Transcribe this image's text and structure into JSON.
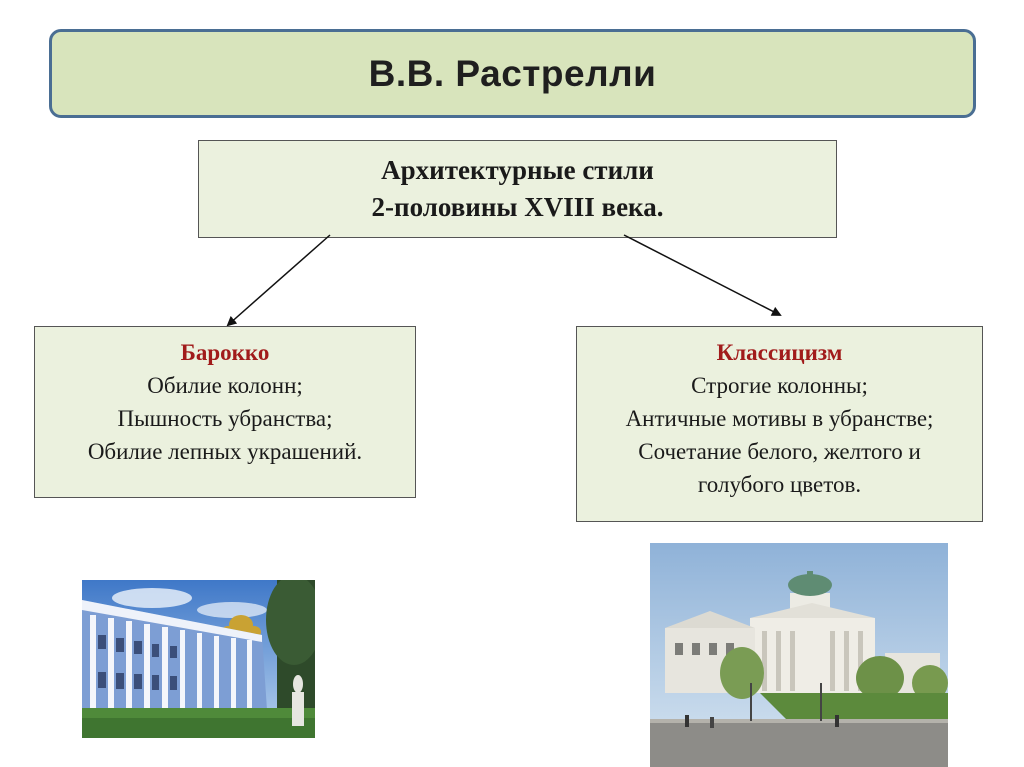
{
  "slide": {
    "title": "В.В. Растрелли",
    "center": {
      "line1": "Архитектурные стили",
      "line2": "2-половины XVIII века."
    },
    "baroque": {
      "name": "Барокко",
      "items": [
        "Обилие колонн;",
        "Пышность убранства;",
        "Обилие лепных украшений."
      ]
    },
    "classicism": {
      "name": "Классицизм",
      "items": [
        "Строгие колонны;",
        "Античные мотивы в убранстве;",
        "Сочетание белого, желтого и",
        "голубого цветов."
      ]
    }
  },
  "colors": {
    "title_fill": "#d8e4bc",
    "title_border": "#4a6e93",
    "box_fill": "#ebf1de",
    "style_name": "#a11b1b"
  },
  "images": [
    {
      "name": "catherine-palace-photo",
      "depicts": "baroque palace"
    },
    {
      "name": "pashkov-house-photo",
      "depicts": "classicism mansion"
    }
  ]
}
